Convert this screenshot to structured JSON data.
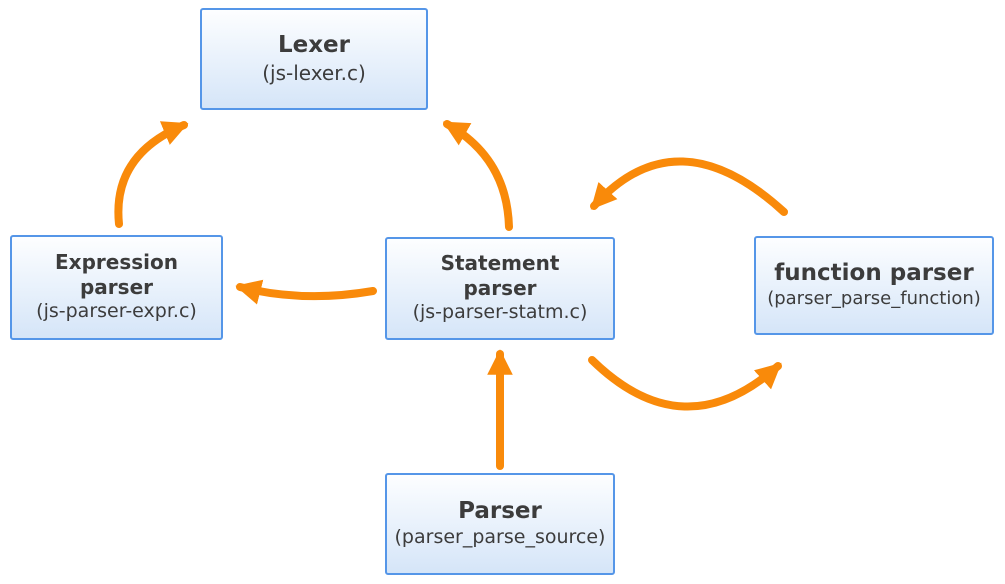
{
  "colors": {
    "arrow": "#F98A0A",
    "node_border": "#5596E8",
    "node_fill_top": "#FDFEFF",
    "node_fill_bottom": "#D5E5F8",
    "text": "#3C3C3C",
    "background": "#FFFFFF"
  },
  "nodes": [
    {
      "id": "lexer",
      "title": "Lexer",
      "subtitle": "(js-lexer.c)"
    },
    {
      "id": "expression-parser",
      "title": "Expression\nparser",
      "subtitle": "(js-parser-expr.c)"
    },
    {
      "id": "statement-parser",
      "title": "Statement\nparser",
      "subtitle": "(js-parser-statm.c)"
    },
    {
      "id": "function-parser",
      "title": "function parser",
      "subtitle": "(parser_parse_function)"
    },
    {
      "id": "parser",
      "title": "Parser",
      "subtitle": "(parser_parse_source)"
    }
  ],
  "edges": [
    {
      "from": "expression-parser",
      "to": "lexer"
    },
    {
      "from": "statement-parser",
      "to": "lexer"
    },
    {
      "from": "statement-parser",
      "to": "expression-parser"
    },
    {
      "from": "function-parser",
      "to": "statement-parser"
    },
    {
      "from": "statement-parser",
      "to": "function-parser"
    },
    {
      "from": "parser",
      "to": "statement-parser"
    }
  ]
}
